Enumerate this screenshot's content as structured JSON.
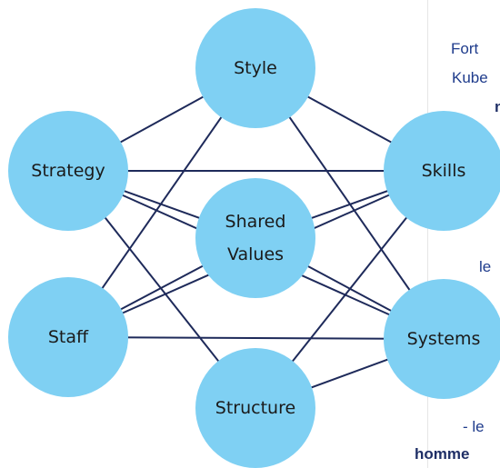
{
  "diagram": {
    "node_color": "#7fd0f3",
    "edge_color": "#1e2a5a",
    "nodes": [
      {
        "id": "style",
        "label": [
          "Style"
        ]
      },
      {
        "id": "strategy",
        "label": [
          "Strategy"
        ]
      },
      {
        "id": "skills",
        "label": [
          "Skills"
        ]
      },
      {
        "id": "shared-values",
        "label": [
          "Shared",
          "Values"
        ]
      },
      {
        "id": "staff",
        "label": [
          "Staff"
        ]
      },
      {
        "id": "systems",
        "label": [
          "Systems"
        ]
      },
      {
        "id": "structure",
        "label": [
          "Structure"
        ]
      }
    ],
    "edges": [
      [
        "style",
        "strategy"
      ],
      [
        "style",
        "skills"
      ],
      [
        "style",
        "staff"
      ],
      [
        "style",
        "systems"
      ],
      [
        "strategy",
        "skills"
      ],
      [
        "strategy",
        "shared-values"
      ],
      [
        "strategy",
        "structure"
      ],
      [
        "skills",
        "shared-values"
      ],
      [
        "skills",
        "structure"
      ],
      [
        "staff",
        "shared-values"
      ],
      [
        "staff",
        "systems"
      ],
      [
        "staff",
        "skills"
      ],
      [
        "systems",
        "shared-values"
      ],
      [
        "systems",
        "structure"
      ],
      [
        "systems",
        "strategy"
      ]
    ]
  },
  "side_text": {
    "line1": "Fort",
    "line2": "Kube",
    "line3": "n",
    "line4": "le",
    "line5": "- le",
    "line6": "homme"
  }
}
